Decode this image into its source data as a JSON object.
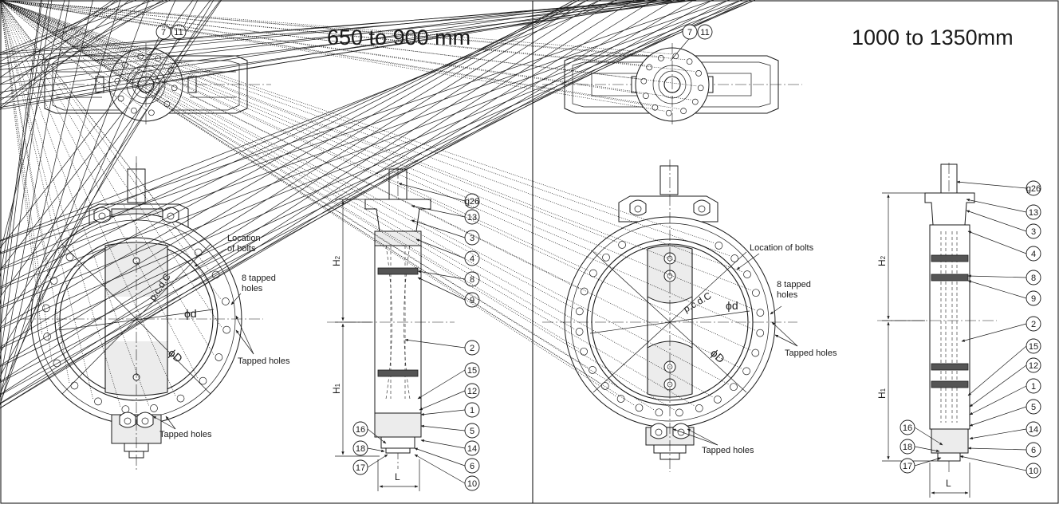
{
  "panels": [
    {
      "title": "650 to 900 mm",
      "top_callouts": [
        "7",
        "11"
      ],
      "front_labels": {
        "location_of_bolts": "Location\nof bolts",
        "eight_tapped": "8 tapped\nholes",
        "pcd": "p.c.d.C",
        "phi_d": "ϕd",
        "phi_D": "ϕD",
        "tapped_right": "Tapped holes",
        "tapped_bottom": "Tapped holes"
      },
      "side_callouts": [
        "g26",
        "13",
        "3",
        "4",
        "8",
        "9",
        "2",
        "15",
        "12",
        "1",
        "5",
        "14",
        "6",
        "10",
        "16",
        "18",
        "17"
      ],
      "dims": {
        "h2": "H2",
        "h1": "H1",
        "l": "L"
      }
    },
    {
      "title": "1000 to 1350mm",
      "top_callouts": [
        "7",
        "11"
      ],
      "front_labels": {
        "location_of_bolts": "Location of bolts",
        "eight_tapped": "8 tapped\nholes",
        "pcd": "p.c.d.C",
        "phi_d": "ϕd",
        "phi_D": "ϕD",
        "tapped_right": "Tapped holes",
        "tapped_bottom": "Tapped holes"
      },
      "side_callouts": [
        "g26",
        "13",
        "3",
        "4",
        "8",
        "9",
        "2",
        "15",
        "12",
        "1",
        "5",
        "14",
        "6",
        "10",
        "16",
        "18",
        "17"
      ],
      "dims": {
        "h2": "H2",
        "h1": "H1",
        "l": "L"
      }
    }
  ]
}
